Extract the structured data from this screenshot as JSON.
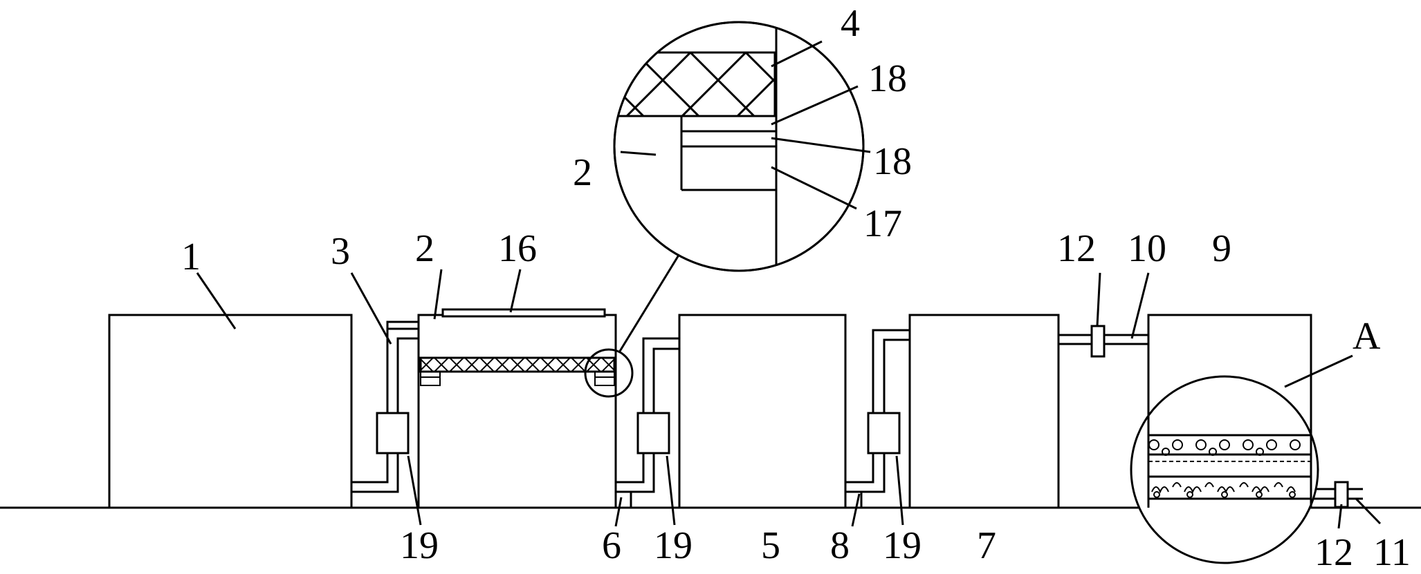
{
  "labels": {
    "n1": "1",
    "n3": "3",
    "n2_main": "2",
    "n16": "16",
    "n19_a": "19",
    "n6": "6",
    "n19_b": "19",
    "n5": "5",
    "n8": "8",
    "n19_c": "19",
    "n7": "7",
    "n12_top": "12",
    "n10": "10",
    "n9": "9",
    "nA": "A",
    "n12_bottom": "12",
    "n11": "11",
    "n4_detail": "4",
    "n18_upper": "18",
    "n18_lower": "18",
    "n2_detail": "2",
    "n17": "17"
  }
}
